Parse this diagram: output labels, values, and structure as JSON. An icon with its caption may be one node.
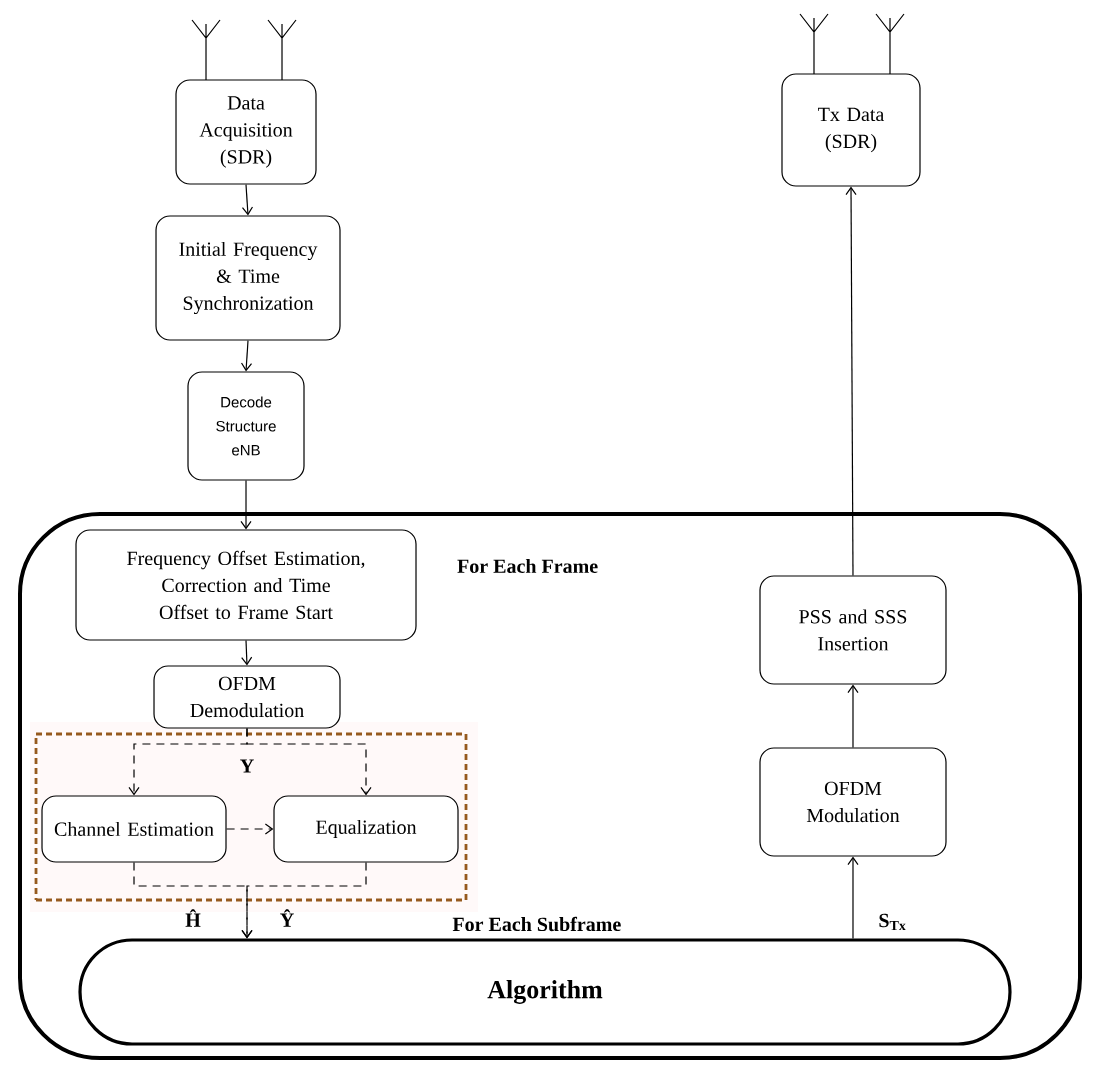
{
  "diagram": {
    "nodes": [
      {
        "text": [
          "For Each Frame"
        ]
      },
      {
        "text": [
          "Data Acquisition (SDR)"
        ]
      },
      {
        "text": [
          "Initial Frequency & Time Synchronization"
        ]
      },
      {
        "text": [
          "Decode Structure eNB"
        ]
      },
      {
        "text": [
          "Frequency Offset Estimation, Correction and Time Offset to Frame Start"
        ],
        "in": 0
      },
      {
        "text": [
          "OFDM Demodulation"
        ],
        "in": 0
      },
      {
        "text": [],
        "shape": "box",
        "in": 0
      },
      {
        "text": [
          "Channel Estimation"
        ],
        "in": 6
      },
      {
        "text": [
          "Equalization"
        ],
        "in": 6
      },
      {
        "text": [
          "Algorithm"
        ],
        "in": 0
      },
      {
        "text": [
          "Tx Data (SDR)"
        ]
      },
      {
        "text": [
          "PSS and SSS Insertion"
        ],
        "in": 0
      },
      {
        "text": [
          "OFDM Modulation"
        ],
        "in": 0
      }
    ],
    "edges": [
      {
        "from": 1,
        "to": 2,
        "arrow": "to"
      },
      {
        "from": 2,
        "to": 3,
        "arrow": "to"
      },
      {
        "from": 3,
        "to": 4,
        "arrow": "to"
      },
      {
        "from": 4,
        "to": 5,
        "arrow": "to"
      },
      {
        "from": 5,
        "to": 7,
        "arrow": "to",
        "style": "dashed",
        "label": "Y"
      },
      {
        "from": 5,
        "to": 8,
        "arrow": "to",
        "style": "dashed"
      },
      {
        "from": 7,
        "to": 8,
        "arrow": "to",
        "style": "dashed"
      },
      {
        "from": 7,
        "to": 9,
        "arrow": "to",
        "style": "dashed",
        "label": "Ĥ"
      },
      {
        "from": 8,
        "to": 9,
        "arrow": "to",
        "style": "dashed",
        "label": "Ŷ"
      },
      {
        "from": 9,
        "to": 12,
        "arrow": "to",
        "label": "S$_{Tx}$"
      },
      {
        "from": 12,
        "to": 11,
        "arrow": "to"
      },
      {
        "from": 11,
        "to": 10,
        "arrow": "to"
      }
    ],
    "labels": [
      "For Each Subframe"
    ]
  }
}
